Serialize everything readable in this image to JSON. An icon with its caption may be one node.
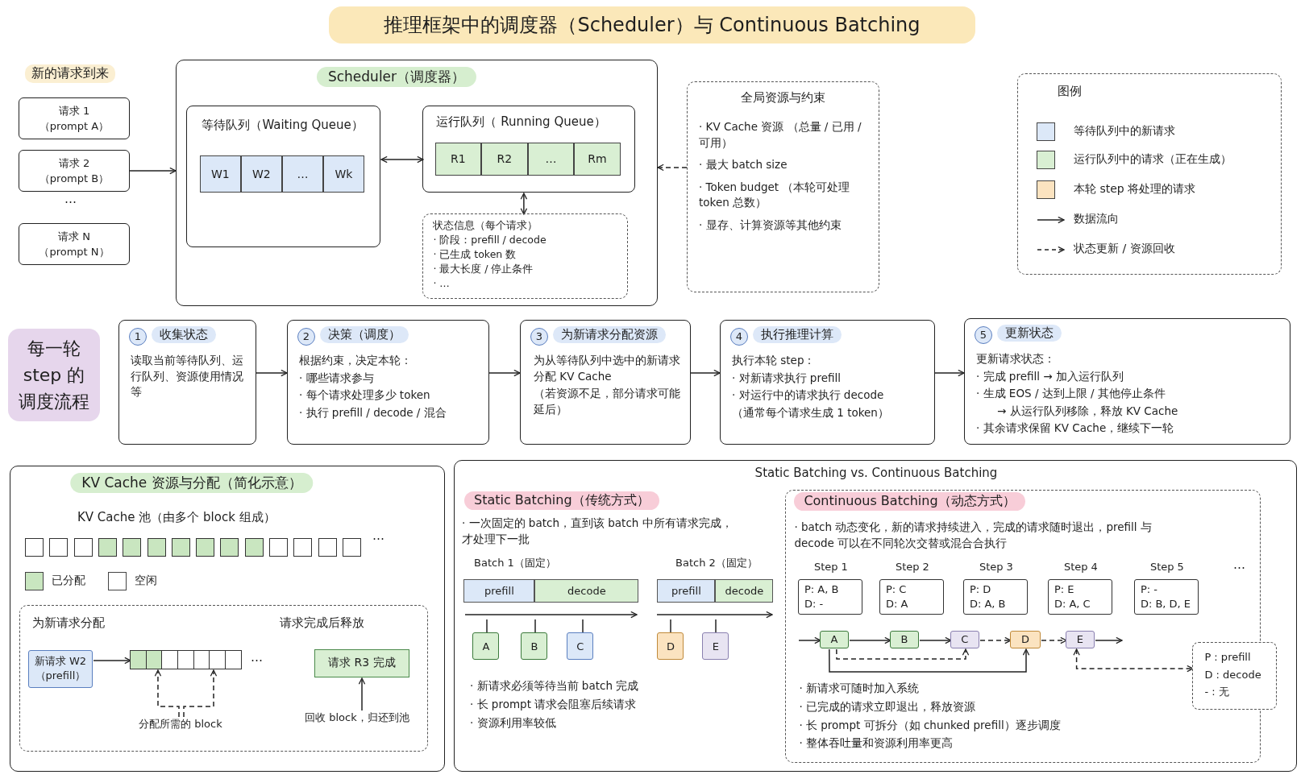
{
  "diagram": {
    "title": "推理框架中的调度器（Scheduler）与 Continuous Batching",
    "nodes": [
      {
        "text": [
          "请求 1 （prompt A）"
        ]
      },
      {
        "text": [
          "请求 2 （prompt B）"
        ]
      },
      {
        "text": [
          "请求 N （prompt N）"
        ]
      },
      {
        "text": [
          "Scheduler（调度器）"
        ]
      },
      {
        "text": [
          "等待队列（Waiting Queue）"
        ],
        "in": 3
      },
      {
        "text": [
          "W1"
        ],
        "in": 4
      },
      {
        "text": [
          "W2"
        ],
        "in": 4
      },
      {
        "text": [
          "…"
        ],
        "in": 4
      },
      {
        "text": [
          "Wk"
        ],
        "in": 4
      },
      {
        "text": [
          "运行队列（ Running Queue）"
        ],
        "in": 3
      },
      {
        "text": [
          "R1"
        ],
        "in": 9
      },
      {
        "text": [
          "R2"
        ],
        "in": 9
      },
      {
        "text": [
          "…"
        ],
        "in": 9
      },
      {
        "text": [
          "Rm"
        ],
        "in": 9
      },
      {
        "text": [
          "状态信息（每个请求）",
          "· 阶段：prefill / decode",
          "· 已生成 token 数",
          "· 最大长度 / 停止条件",
          "· …"
        ],
        "in": 3
      },
      {
        "text": [
          "全局资源与约束",
          "· KV Cache 资源 （总量 / 已用 / 可用）",
          "· 最大 batch size",
          "· Token budget （本轮可处理 token 总数）",
          "· 显存、计算资源等其他约束"
        ]
      },
      {
        "text": [
          "每一轮 step 的调度流程"
        ]
      },
      {
        "text": [
          "1",
          "收集状态",
          "读取当前等待队列、运行队列、资源使用情况等"
        ]
      },
      {
        "text": [
          "2",
          "决策（调度）",
          "根据约束，决定本轮：",
          "· 哪些请求参与",
          "· 每个请求处理多少 token",
          "· 执行 prefill / decode / 混合"
        ]
      },
      {
        "text": [
          "3",
          "为新请求分配资源",
          "为从等待队列中选中的新请求分配 KV Cache",
          "（若资源不足，部分请求可能延后）"
        ]
      },
      {
        "text": [
          "4",
          "执行推理计算",
          "执行本轮 step：",
          "· 对新请求执行 prefill",
          "· 对运行中的请求执行 decode",
          "（通常每个请求生成 1 token）"
        ]
      },
      {
        "text": [
          "5",
          "更新状态",
          "更新请求状态：",
          "· 完成 prefill → 加入运行队列",
          "· 生成 EOS / 达到上限 / 其他停止条件",
          "→ 从运行队列移除，释放 KV Cache",
          "· 其余请求保留 KV Cache，继续下一轮"
        ]
      },
      {
        "text": [
          "KV Cache 资源与分配（简化示意）",
          "KV Cache 池（由多个 block 组成）"
        ]
      },
      {
        "text": [
          "为新请求分配",
          "请求完成后释放"
        ],
        "in": 22
      },
      {
        "text": [
          "新请求 W2 （prefill）"
        ],
        "in": 23
      },
      {
        "text": [],
        "shape": "box",
        "beside": [
          "…"
        ],
        "in": 23
      },
      {
        "text": [
          "请求 R3 完成"
        ],
        "in": 23
      },
      {
        "text": [
          "回收 block，归还到池"
        ],
        "in": 23
      },
      {
        "text": [
          "分配所需的 block"
        ],
        "in": 23
      },
      {
        "text": [
          "Static Batching vs. Continuous Batching"
        ]
      },
      {
        "text": [
          "prefill"
        ],
        "in": 29
      },
      {
        "text": [
          "decode"
        ],
        "in": 29
      },
      {
        "text": [
          "prefill"
        ],
        "in": 29
      },
      {
        "text": [
          "decode"
        ],
        "in": 29
      },
      {
        "text": [
          "A"
        ],
        "in": 29
      },
      {
        "text": [
          "B"
        ],
        "in": 29
      },
      {
        "text": [
          "C"
        ],
        "in": 29
      },
      {
        "text": [
          "D"
        ],
        "in": 29
      },
      {
        "text": [
          "E"
        ],
        "in": 29
      },
      {
        "text": [
          "Continuous Batching（动态方式）",
          "· batch 动态变化，新的请求持续进入，完成的请求随时退出，prefill 与 decode 可以在不同轮次交替或混合合执行",
          "· 新请求可随时加入系统",
          "· 已完成的请求立即退出，释放资源",
          "· 长 prompt 可拆分（如 chunked prefill）逐步调度",
          "· 整体吞吐量和资源利用率更高"
        ],
        "in": 29
      },
      {
        "text": [
          "Step 1",
          "P: A, B",
          "D: -"
        ],
        "in": 39
      },
      {
        "text": [
          "Step 2",
          "P: C",
          "D: A"
        ],
        "in": 39
      },
      {
        "text": [
          "Step 3",
          "P: D",
          "D: A, B"
        ],
        "in": 39
      },
      {
        "text": [
          "Step 4",
          "P: E",
          "D: A, C"
        ],
        "in": 39
      },
      {
        "text": [
          "Step 5",
          "P: -",
          "D: B, D, E"
        ],
        "in": 39
      },
      {
        "text": [
          "A"
        ],
        "in": 39
      },
      {
        "text": [
          "B"
        ],
        "in": 39
      },
      {
        "text": [
          "C"
        ],
        "in": 39
      },
      {
        "text": [
          "D"
        ],
        "in": 39
      },
      {
        "text": [
          "E"
        ],
        "in": 39
      },
      {
        "text": [
          "P : prefill",
          "D : decode",
          "- : 无"
        ],
        "in": 29
      },
      {
        "text": [],
        "shape": "bar",
        "in": 29
      },
      {
        "text": [],
        "shape": "bar",
        "in": 29
      }
    ],
    "edges": [
      {
        "from": 1,
        "to": 3,
        "arrow": "to"
      },
      {
        "from": 4,
        "to": 9,
        "arrow": "both"
      },
      {
        "from": 9,
        "to": 14,
        "arrow": "both"
      },
      {
        "from": 15,
        "to": 3,
        "arrow": "to",
        "style": "dashed"
      },
      {
        "from": 17,
        "to": 18,
        "arrow": "to"
      },
      {
        "from": 18,
        "to": 19,
        "arrow": "to"
      },
      {
        "from": 19,
        "to": 20,
        "arrow": "to"
      },
      {
        "from": 20,
        "to": 21,
        "arrow": "to"
      },
      {
        "from": 24,
        "to": 25,
        "arrow": "to"
      },
      {
        "from": 28,
        "to": 25,
        "arrow": "to",
        "style": "dashed"
      },
      {
        "from": 28,
        "to": 25,
        "arrow": "to",
        "style": "dashed"
      },
      {
        "from": 27,
        "to": 26,
        "arrow": "to"
      },
      {
        "from": null,
        "to": 45,
        "arrow": "to"
      },
      {
        "from": 45,
        "to": 46,
        "arrow": "to"
      },
      {
        "from": 46,
        "to": 47,
        "arrow": "to"
      },
      {
        "from": 47,
        "to": 48,
        "arrow": "to",
        "style": "dashed"
      },
      {
        "from": 48,
        "to": 49,
        "arrow": "to",
        "style": "dashed"
      },
      {
        "from": 49,
        "to": null,
        "arrow": "to"
      },
      {
        "from": 45,
        "to": 47,
        "arrow": "to",
        "style": "dashed"
      },
      {
        "from": 45,
        "to": 48,
        "arrow": "to"
      },
      {
        "from": 49,
        "to": 50,
        "arrow": "both",
        "style": "dashed"
      },
      {
        "from": 51,
        "to": 34,
        "arrow": "none"
      },
      {
        "from": 51,
        "to": 35,
        "arrow": "none"
      },
      {
        "from": 51,
        "to": 36,
        "arrow": "none"
      },
      {
        "from": 52,
        "to": 37,
        "arrow": "none"
      },
      {
        "from": 52,
        "to": 38,
        "arrow": "none"
      }
    ],
    "labels": [
      "新的请求到来",
      "图例",
      "…",
      "…",
      "Static Batching（传统方式）",
      "· 一次固定的 batch，直到该 batch 中所有请求完成，才处理下一批",
      "Batch 1（固定）",
      "Batch 2（固定）",
      "· 新请求必须等待当前 batch 完成",
      "· 长 prompt 请求会阻塞后续请求",
      "· 资源利用率较低",
      "…"
    ],
    "legend": [
      {
        "text": "等待队列中的新请求",
        "color": "#dce8f8"
      },
      {
        "text": "运行队列中的请求（正在生成）",
        "color": "#d9efd3"
      },
      {
        "text": "本轮 step 将处理的请求",
        "color": "#fbe3c0"
      },
      {
        "text": "数据流向"
      },
      {
        "text": "状态更新 / 资源回收"
      },
      {
        "text": "已分配",
        "color": "#c9e6c0"
      },
      {
        "text": "空闲",
        "color": "#ffffff"
      }
    ]
  }
}
